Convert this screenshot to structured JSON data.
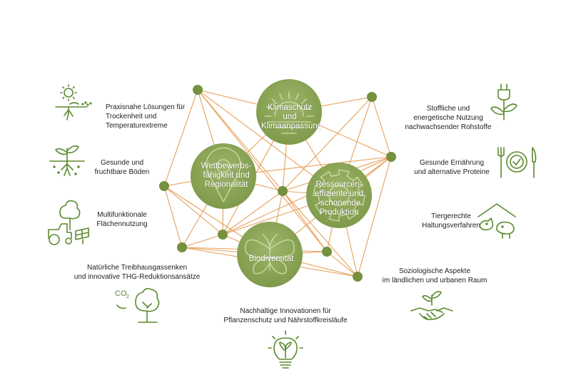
{
  "colors": {
    "hub": "#7f9a4a",
    "hub_light": "#9db56a",
    "node": "#75903f",
    "line": "#e8a15c",
    "icon": "#5b8a2e",
    "text": "#222222"
  },
  "hubs": [
    {
      "id": "klima",
      "lines": [
        "Klimaschutz und",
        "Klimaanpassung"
      ],
      "icon": "sun-icon"
    },
    {
      "id": "wettbewerb",
      "lines": [
        "Wettbewerbs-",
        "fähigkeit und",
        "Regionalität"
      ],
      "icon": "location-pin-icon"
    },
    {
      "id": "ressourcen",
      "lines": [
        "Ressourcen-",
        "effiziente und",
        "-schonende",
        "Produktion"
      ],
      "icon": "gear-icon"
    },
    {
      "id": "biodiv",
      "lines": [
        "Biodiversität"
      ],
      "icon": "butterfly-icon"
    }
  ],
  "topics_left": [
    {
      "lines": [
        "Praxisnahe Lösungen für",
        "Trockenheit und",
        "Temperaturextreme"
      ],
      "icon": "drought-icon"
    },
    {
      "lines": [
        "Gesunde und",
        "fruchtbare Böden"
      ],
      "icon": "seedling-roots-icon"
    },
    {
      "lines": [
        "Multifunktionale",
        "Flächennutzung"
      ],
      "icon": "tractor-tree-solar-icon"
    },
    {
      "lines": [
        "Natürliche Treibhausgassenken",
        "und innovative THG-Reduktionsansätze"
      ],
      "icon": "co2-tree-icon"
    }
  ],
  "topics_right": [
    {
      "lines": [
        "Stoffliche und",
        "energetische Nutzung",
        "nachwachsender Rohstoffe"
      ],
      "icon": "plug-plant-icon"
    },
    {
      "lines": [
        "Gesunde Ernährung",
        "und alternative Proteine"
      ],
      "icon": "plate-cutlery-icon"
    },
    {
      "lines": [
        "Tiergerechte",
        "Haltungsverfahren"
      ],
      "icon": "barn-animals-icon"
    },
    {
      "lines": [
        "Soziologische Aspekte",
        "im ländlichen und urbanen Raum"
      ],
      "icon": "handshake-plant-icon"
    }
  ],
  "topic_bottom": {
    "lines": [
      "Nachhaltige Innovationen für",
      "Pflanzenschutz und Nährstoffkreisläufe"
    ],
    "icon": "lightbulb-leaf-icon"
  }
}
